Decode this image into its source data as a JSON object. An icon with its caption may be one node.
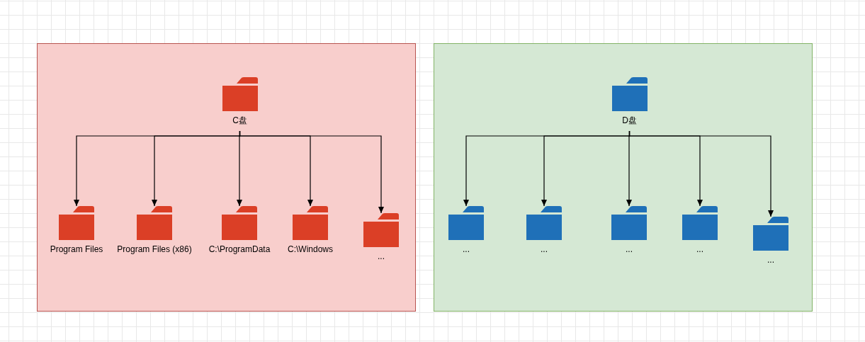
{
  "diagram": {
    "nodes": [
      {
        "text": [],
        "shape": "box"
      },
      {
        "text": [
          "C盘"
        ],
        "in": 0
      },
      {
        "text": [
          "Program Files"
        ],
        "in": 0
      },
      {
        "text": [
          "Program Files (x86)"
        ],
        "in": 0
      },
      {
        "text": [
          "C:\\ProgramData"
        ],
        "in": 0
      },
      {
        "text": [
          "C:\\Windows"
        ],
        "in": 0
      },
      {
        "text": [
          "..."
        ],
        "in": 0
      },
      {
        "text": [],
        "shape": "box"
      },
      {
        "text": [
          "D盘"
        ],
        "in": 7
      },
      {
        "text": [
          "..."
        ],
        "in": 7
      },
      {
        "text": [
          "..."
        ],
        "in": 7
      },
      {
        "text": [
          "..."
        ],
        "in": 7
      },
      {
        "text": [
          "..."
        ],
        "in": 7
      },
      {
        "text": [
          "..."
        ],
        "in": 7
      }
    ],
    "edges": [
      {
        "from": 1,
        "to": 2,
        "arrow": "to"
      },
      {
        "from": 1,
        "to": 3,
        "arrow": "to"
      },
      {
        "from": 1,
        "to": 4,
        "arrow": "to"
      },
      {
        "from": 1,
        "to": 5,
        "arrow": "to"
      },
      {
        "from": 1,
        "to": 6,
        "arrow": "to"
      },
      {
        "from": 8,
        "to": 9,
        "arrow": "to"
      },
      {
        "from": 8,
        "to": 10,
        "arrow": "to"
      },
      {
        "from": 8,
        "to": 11,
        "arrow": "to"
      },
      {
        "from": 8,
        "to": 12,
        "arrow": "to"
      },
      {
        "from": 8,
        "to": 13,
        "arrow": "to"
      }
    ]
  }
}
